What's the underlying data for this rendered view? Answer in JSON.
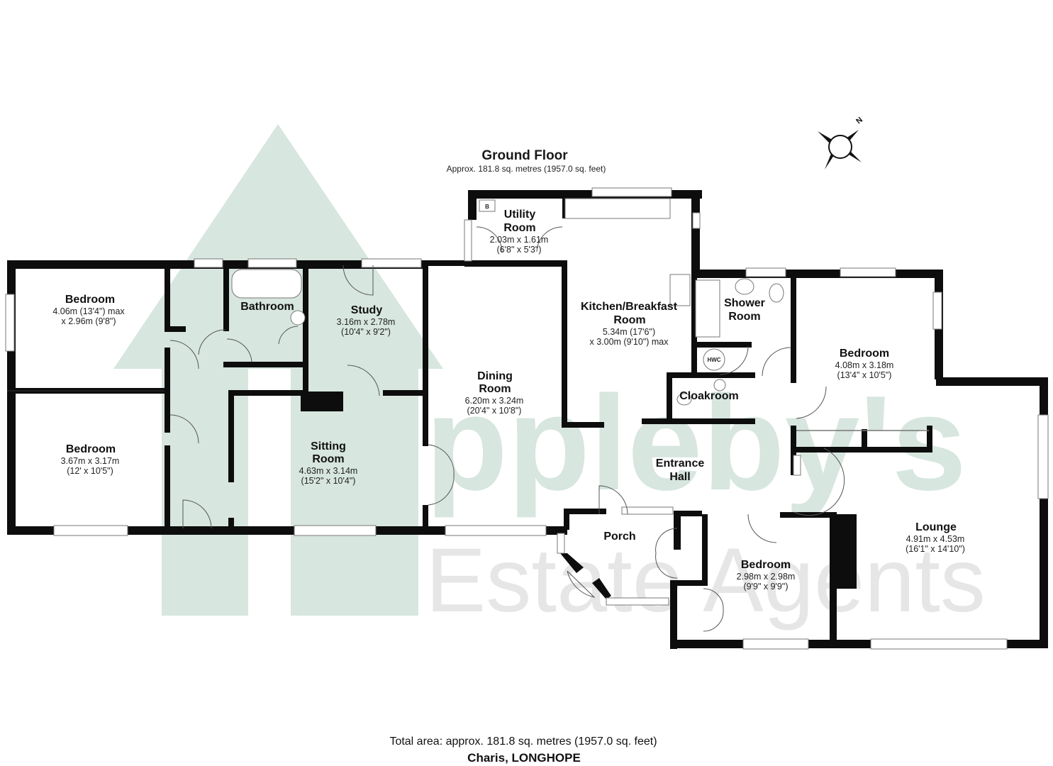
{
  "header": {
    "floor_title": "Ground Floor",
    "floor_area": "Approx. 181.8 sq. metres (1957.0 sq. feet)"
  },
  "compass": {
    "label": "N"
  },
  "watermark": {
    "brand_text": "ppleby's",
    "sub_text": "Estate Agents",
    "colors": {
      "green": "#d7e6df",
      "grey": "#e6e6e6"
    }
  },
  "rooms": [
    {
      "id": "bedroom-1",
      "name": "Bedroom",
      "dims": [
        "4.06m (13'4\") max",
        "x 2.96m (9'8\")"
      ]
    },
    {
      "id": "bedroom-2",
      "name": "Bedroom",
      "dims": [
        "3.67m x 3.17m",
        "(12' x 10'5\")"
      ]
    },
    {
      "id": "bathroom",
      "name": "Bathroom",
      "dims": []
    },
    {
      "id": "study",
      "name": "Study",
      "dims": [
        "3.16m x 2.78m",
        "(10'4\" x 9'2\")"
      ]
    },
    {
      "id": "sitting-room",
      "name_lines": [
        "Sitting",
        "Room"
      ],
      "dims": [
        "4.63m x 3.14m",
        "(15'2\" x 10'4\")"
      ]
    },
    {
      "id": "dining-room",
      "name_lines": [
        "Dining",
        "Room"
      ],
      "dims": [
        "6.20m x 3.24m",
        "(20'4\" x 10'8\")"
      ]
    },
    {
      "id": "utility-room",
      "name_lines": [
        "Utility",
        "Room"
      ],
      "dims": [
        "2.03m x 1.61m",
        "(6'8\" x 5'3\")"
      ]
    },
    {
      "id": "kitchen",
      "name_lines": [
        "Kitchen/Breakfast",
        "Room"
      ],
      "dims": [
        "5.34m (17'6\")",
        "x 3.00m (9'10\") max"
      ]
    },
    {
      "id": "shower-room",
      "name_lines": [
        "Shower",
        "Room"
      ],
      "dims": []
    },
    {
      "id": "cloakroom",
      "name": "Cloakroom",
      "dims": []
    },
    {
      "id": "bedroom-3",
      "name": "Bedroom",
      "dims": [
        "4.08m x 3.18m",
        "(13'4\" x 10'5\")"
      ]
    },
    {
      "id": "entrance-hall",
      "name_lines": [
        "Entrance",
        "Hall"
      ],
      "dims": []
    },
    {
      "id": "porch",
      "name": "Porch",
      "dims": []
    },
    {
      "id": "bedroom-4",
      "name": "Bedroom",
      "dims": [
        "2.98m x 2.98m",
        "(9'9\" x 9'9\")"
      ]
    },
    {
      "id": "lounge",
      "name": "Lounge",
      "dims": [
        "4.91m x 4.53m",
        "(16'1\" x 14'10\")"
      ]
    }
  ],
  "fixtures": {
    "boiler": "B",
    "hot_water_cylinder": "HWC"
  },
  "footer": {
    "total_area": "Total area: approx. 181.8 sq. metres (1957.0 sq. feet)",
    "property": "Charis, LONGHOPE"
  }
}
